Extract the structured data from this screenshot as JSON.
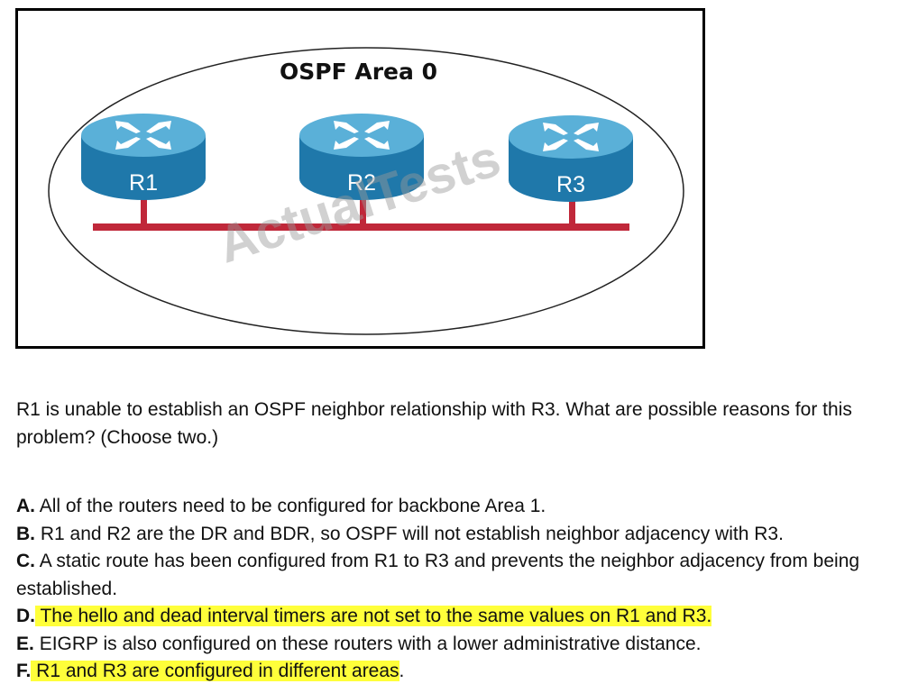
{
  "diagram": {
    "area_label": "OSPF Area 0",
    "watermark": "ActualTests",
    "routers": [
      "R1",
      "R2",
      "R3"
    ],
    "colors": {
      "router_top": "#5ab0d8",
      "router_side": "#1f78aa",
      "bus": "#c0283a",
      "highlight": "#ffff3a"
    }
  },
  "question": "R1 is unable to establish an OSPF neighbor relationship with R3. What are possible reasons for this problem? (Choose two.)",
  "answers": [
    {
      "letter": "A.",
      "text": "All of the routers need to be configured for backbone Area 1.",
      "highlighted": false
    },
    {
      "letter": "B.",
      "text": "R1 and R2 are the DR and BDR, so OSPF will not establish neighbor adjacency with R3.",
      "highlighted": false
    },
    {
      "letter": "C.",
      "text": "A static route has been configured from R1 to R3 and prevents the neighbor adjacency from being established.",
      "highlighted": false
    },
    {
      "letter": "D.",
      "text": "The hello and dead interval timers are not set to the same values on R1 and R3.",
      "highlighted": true
    },
    {
      "letter": "E.",
      "text": "EIGRP is also configured on these routers with a lower administrative distance.",
      "highlighted": false
    },
    {
      "letter": "F.",
      "text": "R1 and R3 are configured in different areas",
      "suffix": ".",
      "highlighted": true
    }
  ]
}
